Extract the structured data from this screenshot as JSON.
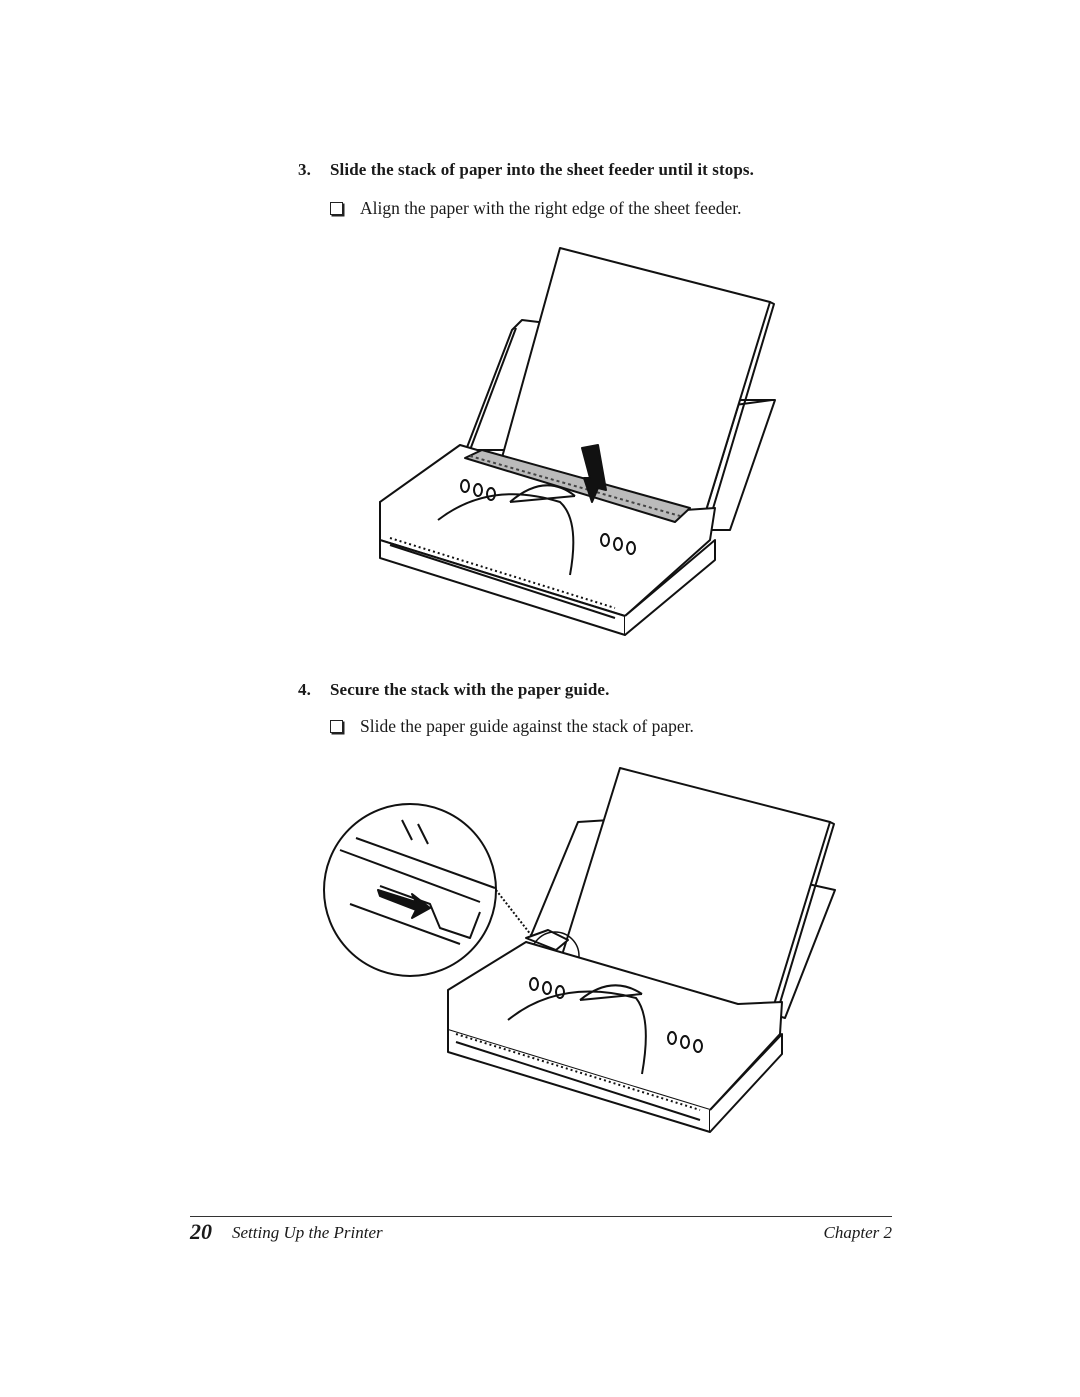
{
  "steps": [
    {
      "number": "3.",
      "title": "Slide the stack of paper into the sheet feeder until it stops.",
      "bullet": "Align the paper with the right edge of the sheet feeder."
    },
    {
      "number": "4.",
      "title": "Secure the stack with the paper guide.",
      "bullet": "Slide the paper guide against the stack of paper."
    }
  ],
  "footer": {
    "page_number": "20",
    "section_title": "Setting Up the Printer",
    "chapter": "Chapter 2"
  }
}
